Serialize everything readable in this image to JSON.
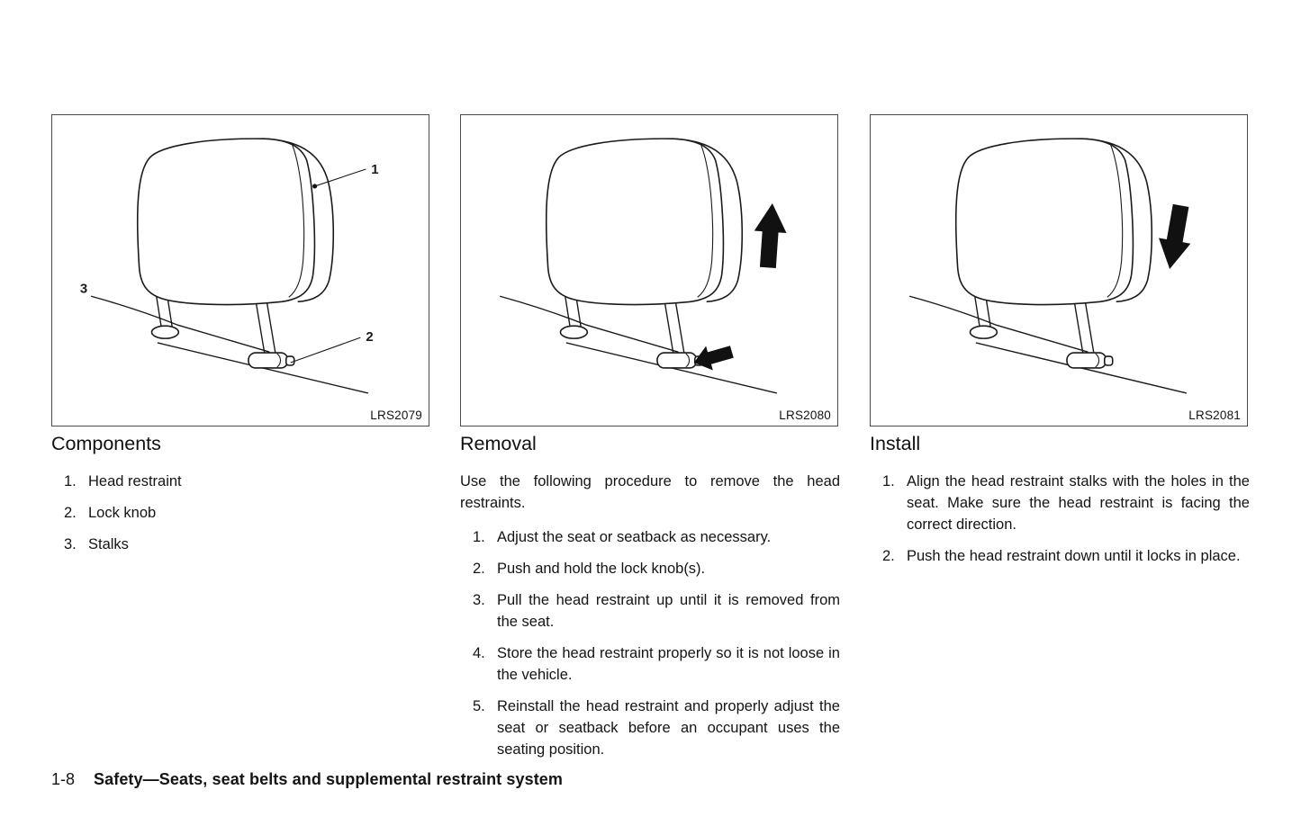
{
  "figures": [
    {
      "id": "LRS2079",
      "callouts": [
        "1",
        "2",
        "3"
      ]
    },
    {
      "id": "LRS2080"
    },
    {
      "id": "LRS2081"
    }
  ],
  "components": {
    "heading": "Components",
    "items": [
      "Head restraint",
      "Lock knob",
      "Stalks"
    ]
  },
  "removal": {
    "heading": "Removal",
    "intro": "Use the following procedure to remove the head restraints.",
    "steps": [
      "Adjust the seat or seatback as necessary.",
      "Push and hold the lock knob(s).",
      "Pull the head restraint up until it is removed from the seat.",
      "Store the head restraint properly so it is not loose in the vehicle.",
      "Reinstall the head restraint and properly adjust the seat or seatback before an occupant uses the seating position."
    ]
  },
  "install": {
    "heading": "Install",
    "steps": [
      "Align the head restraint stalks with the holes in the seat. Make sure the head restraint is facing the correct direction.",
      "Push the head restraint down until it locks in place."
    ]
  },
  "footer": {
    "page_number": "1-8",
    "section_title": "Safety—Seats, seat belts and supplemental restraint system"
  }
}
